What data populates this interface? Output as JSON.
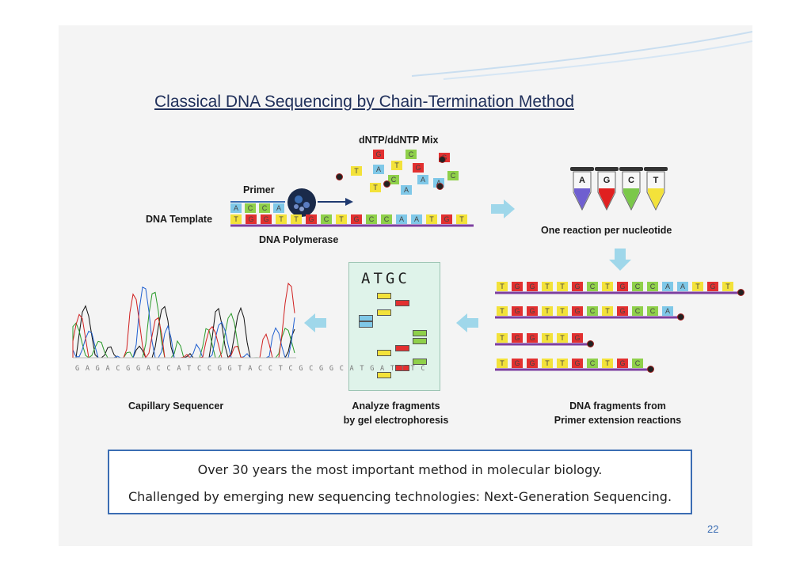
{
  "title": "Classical DNA Sequencing by Chain-Termination Method",
  "labels": {
    "mix": "dNTP/ddNTP Mix",
    "primer": "Primer",
    "template": "DNA Template",
    "polymerase": "DNA Polymerase",
    "one_reaction": "One reaction per nucleotide",
    "capillary": "Capillary Sequencer",
    "analyze_1": "Analyze fragments",
    "analyze_2": "by gel electrophoresis",
    "fragments_1": "DNA fragments from",
    "fragments_2": "Primer extension reactions"
  },
  "colors": {
    "A": "#7fc8e8",
    "C": "#8fd04a",
    "G": "#e23030",
    "T": "#f3e23a",
    "accent": "#3b6db3",
    "arrow": "#9fd7ea"
  },
  "mix_nucleotides": [
    "G",
    "C",
    "G",
    "T",
    "A",
    "T",
    "G",
    "C",
    "A",
    "A",
    "C",
    "T",
    "A"
  ],
  "primer_seq": [
    "A",
    "C",
    "C",
    "A"
  ],
  "template_seq": [
    "T",
    "G",
    "G",
    "T",
    "T",
    "G",
    "C",
    "T",
    "G",
    "C",
    "C",
    "A",
    "A",
    "T",
    "G",
    "T"
  ],
  "tubes": [
    "A",
    "G",
    "C",
    "T"
  ],
  "fragments": [
    [
      "T",
      "G",
      "G",
      "T",
      "T",
      "G",
      "C",
      "T",
      "G",
      "C",
      "C",
      "A",
      "A",
      "T",
      "G",
      "T"
    ],
    [
      "T",
      "G",
      "G",
      "T",
      "T",
      "G",
      "C",
      "T",
      "G",
      "C",
      "C",
      "A"
    ],
    [
      "T",
      "G",
      "G",
      "T",
      "T",
      "G"
    ],
    [
      "T",
      "G",
      "G",
      "T",
      "T",
      "G",
      "C",
      "T",
      "G",
      "C"
    ]
  ],
  "gel": {
    "lanes": [
      "A",
      "T",
      "G",
      "C"
    ]
  },
  "chromatogram_seq": "G A G A C G G A C C A T C C G G T A C C T C G C G G C A T G A T T T C",
  "box": {
    "line1": "Over 30 years the most important method in molecular biology.",
    "line2": "Challenged by emerging new sequencing technologies: Next-Generation Sequencing."
  },
  "page_number": "22"
}
